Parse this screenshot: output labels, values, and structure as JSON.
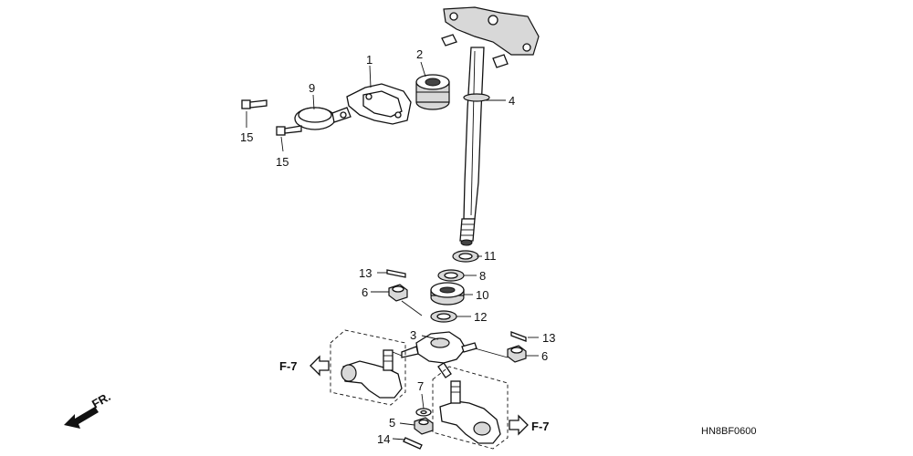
{
  "callouts": {
    "c1": "1",
    "c2": "2",
    "c3": "3",
    "c4": "4",
    "c5": "5",
    "c6a": "6",
    "c6b": "6",
    "c7": "7",
    "c8": "8",
    "c9": "9",
    "c10": "10",
    "c11": "11",
    "c12": "12",
    "c13a": "13",
    "c13b": "13",
    "c14": "14",
    "c15a": "15",
    "c15b": "15"
  },
  "refs": {
    "left": "F-7",
    "right": "F-7"
  },
  "front_label": "FR.",
  "diagram_code": "HN8BF0600"
}
